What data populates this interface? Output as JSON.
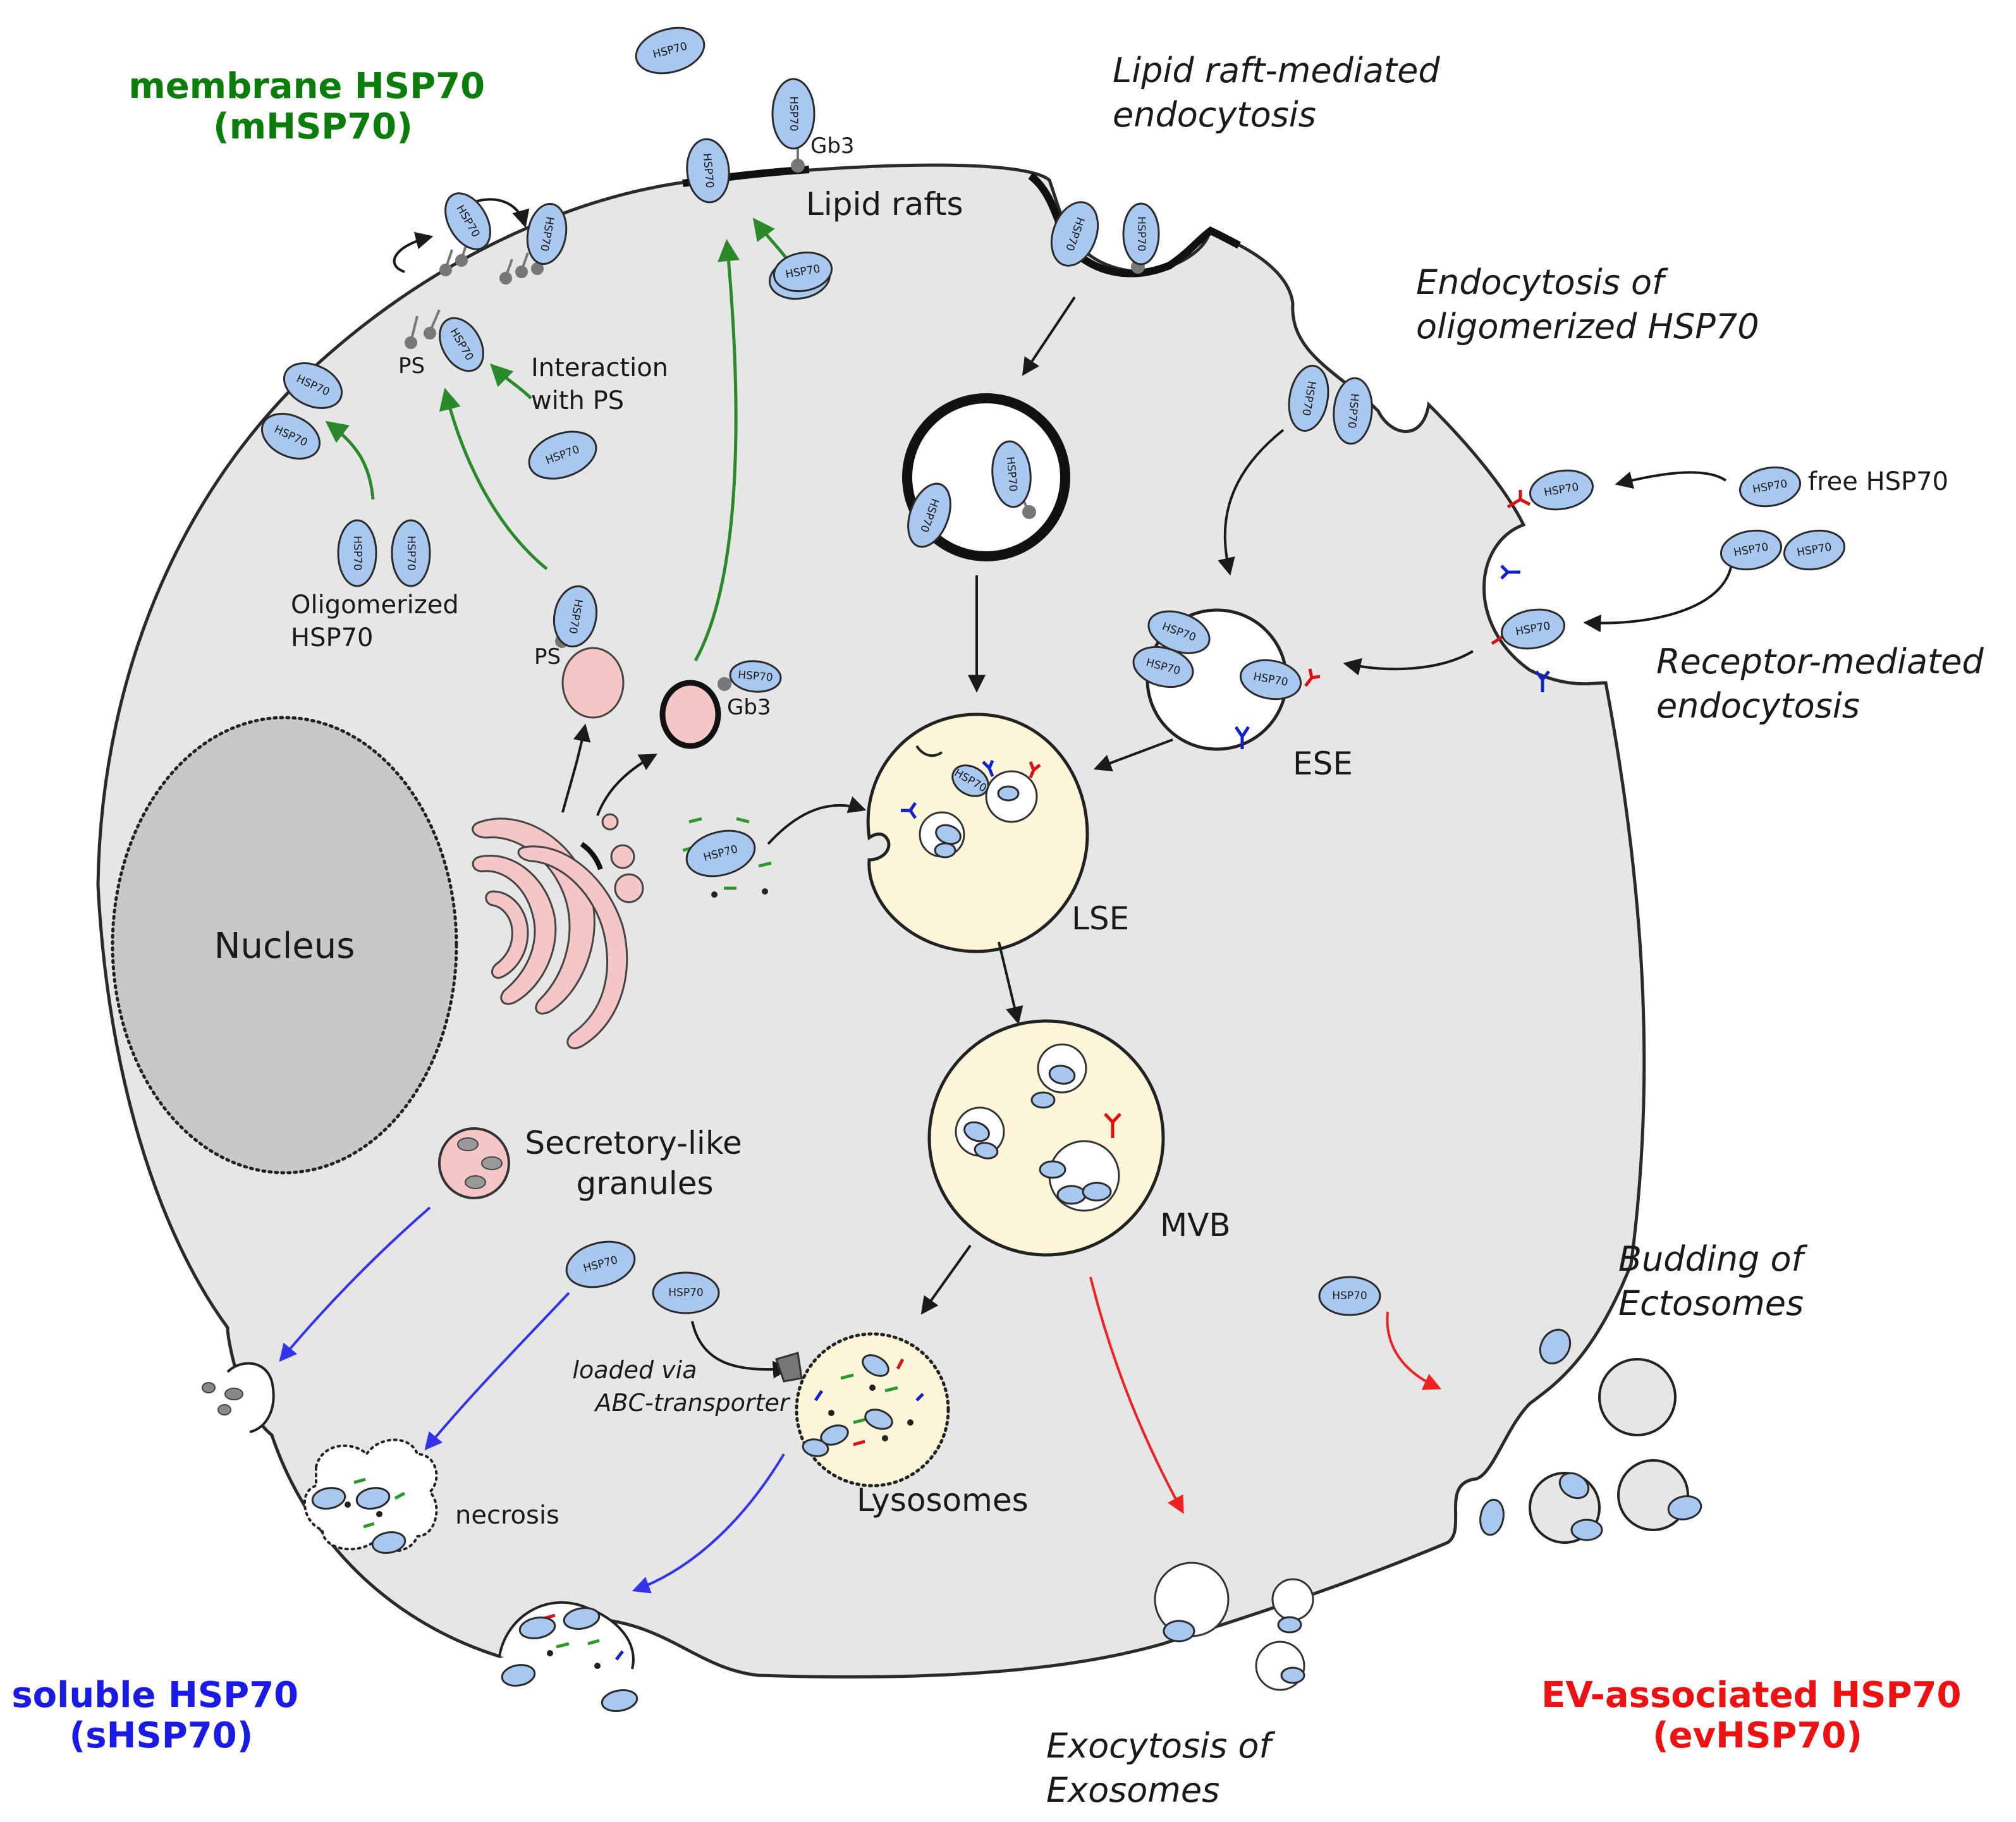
{
  "categories": {
    "membrane": {
      "line1": "membrane HSP70",
      "line2": "(mHSP70)",
      "color": "#0a7d0a"
    },
    "soluble": {
      "line1": "soluble HSP70",
      "line2": "(sHSP70)",
      "color": "#1a1ae6"
    },
    "ev": {
      "line1": "EV-associated HSP70",
      "line2": "(evHSP70)",
      "color": "#ee1111"
    }
  },
  "colors": {
    "cytoplasm": "#e6e6e6",
    "nucleus": "#c8c8c8",
    "golgi": "#f5c6c6",
    "endosome": "#fdf6d8",
    "hsp70_fill": "#a9c8f0",
    "green_arrow": "#2a8a2a",
    "blue_arrow": "#3333ee",
    "red_arrow": "#ee2222"
  },
  "protein_label": "HSP70",
  "organelles": {
    "nucleus": "Nucleus",
    "ese": "ESE",
    "lse": "LSE",
    "mvb": "MVB",
    "lysosomes": "Lysosomes"
  },
  "labels": {
    "lipid_rafts": "Lipid rafts",
    "lipid_raft_endo_1": "Lipid raft-mediated",
    "lipid_raft_endo_2": "endocytosis",
    "oligo_endo_1": "Endocytosis of",
    "oligo_endo_2": "oligomerized HSP70",
    "free_hsp70": "free HSP70",
    "receptor_endo_1": "Receptor-mediated",
    "receptor_endo_2": "endocytosis",
    "interaction_ps_1": "Interaction",
    "interaction_ps_2": "with PS",
    "oligomerized_1": "Oligomerized",
    "oligomerized_2": "HSP70",
    "ps": "PS",
    "gb3": "Gb3",
    "secretory_1": "Secretory-like",
    "secretory_2": "granules",
    "necrosis": "necrosis",
    "abc_1": "loaded via",
    "abc_2": "ABC-transporter",
    "exocytosis_1": "Exocytosis of",
    "exocytosis_2": "Exosomes",
    "budding_1": "Budding of",
    "budding_2": "Ectosomes"
  }
}
